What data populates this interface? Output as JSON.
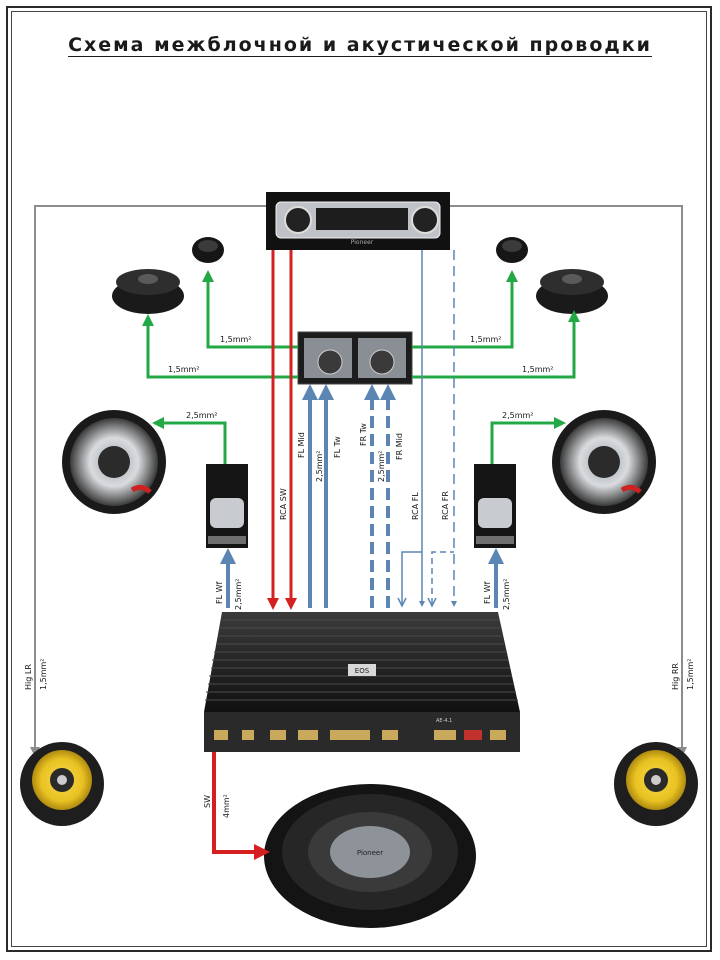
{
  "title": "Схема межблочной и акустической проводки",
  "colors": {
    "rca_sw": "#d42020",
    "signal": "#5b86b4",
    "speaker_green": "#22a845",
    "high_level": "#8c8c8c"
  },
  "labels": {
    "rca_sw": "RCA SW",
    "fl_mid": "FL Mid",
    "fl_tw": "FL Tw",
    "fr_tw": "FR Tw",
    "fr_mid": "FR Mid",
    "rca_fl": "RCA FL",
    "rca_fr": "RCA FR",
    "fl_wf": "FL Wf",
    "fr_wf": "FL Wf",
    "hig_lr": "Hig LR",
    "hig_rr": "Hig RR",
    "sw": "SW",
    "gauge_15": "1,5mm²",
    "gauge_25": "2,5mm²",
    "gauge_4": "4mm²"
  },
  "brands": {
    "amp": "EOS",
    "amp_model": "AE-4.1",
    "headunit_model": "Pioneer",
    "sub_brand": "Pioneer"
  },
  "components": {
    "head_unit": "head-unit",
    "crossover": "crossover",
    "amplifier": "amplifier",
    "subwoofer": "subwoofer"
  }
}
